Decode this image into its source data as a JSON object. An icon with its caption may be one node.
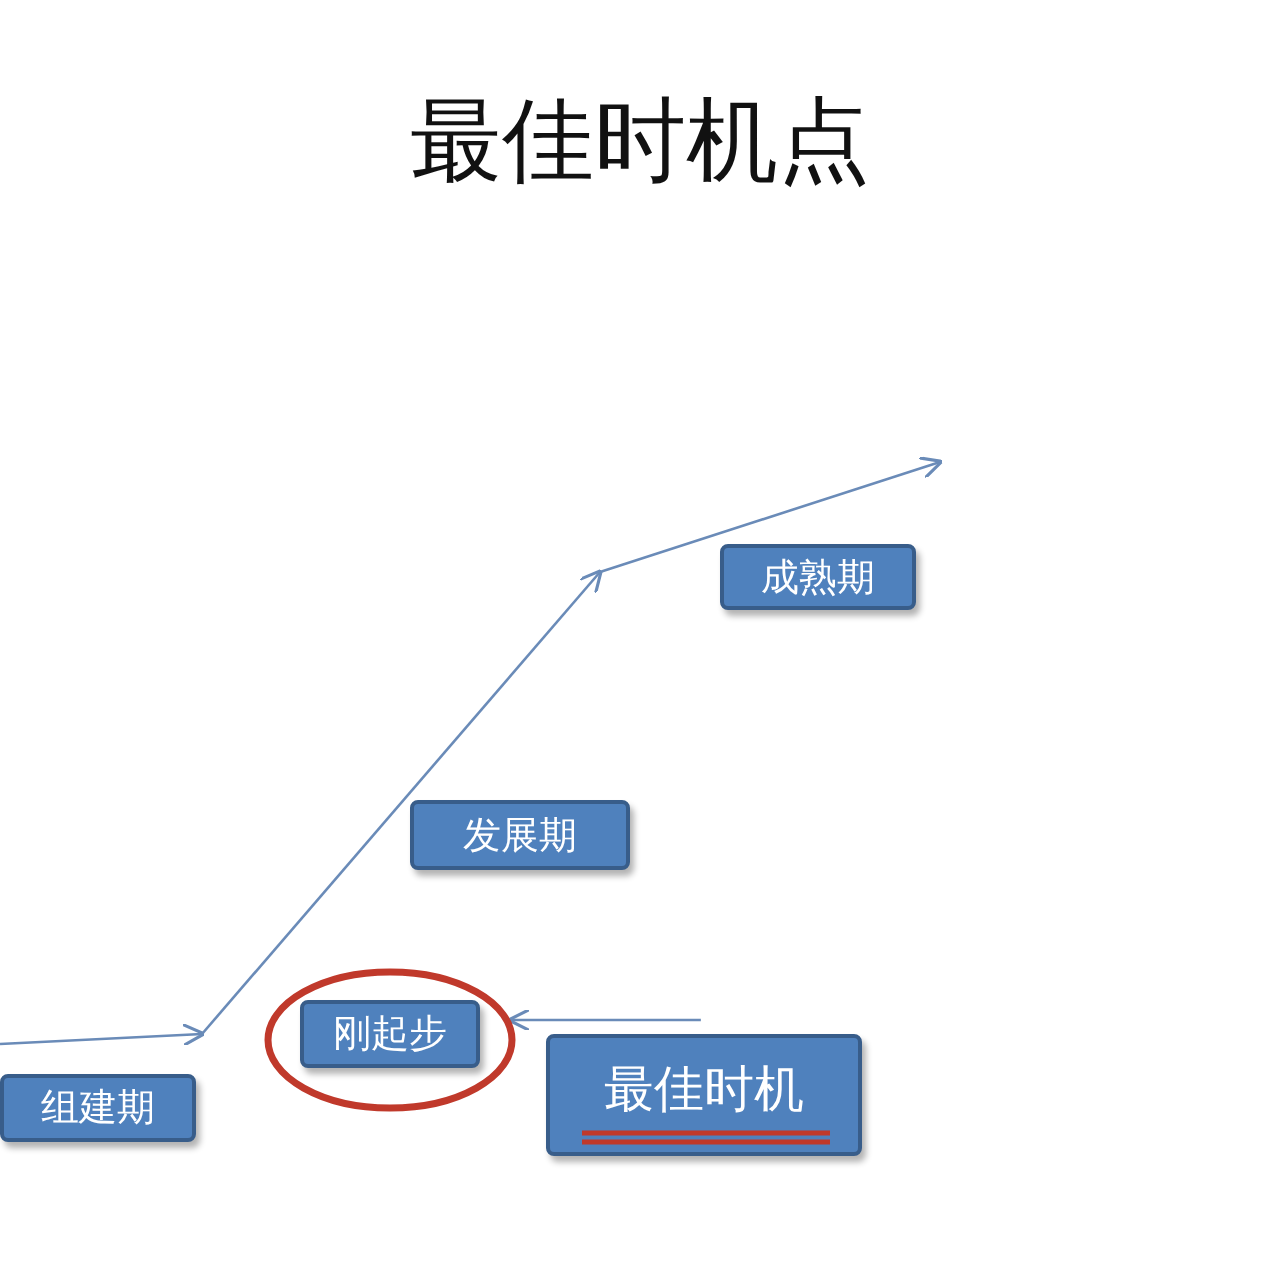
{
  "diagram": {
    "title": "最佳时机点",
    "nodes": [
      {
        "text": [
          "组建期"
        ]
      },
      {
        "text": [],
        "shape": "circle"
      },
      {
        "text": [
          "刚起步"
        ],
        "in": 1
      },
      {
        "text": [
          "发展期"
        ]
      },
      {
        "text": [
          "成熟期"
        ]
      },
      {
        "text": [
          "最佳时机"
        ]
      }
    ],
    "edges": [
      {
        "from": 5,
        "to": 1,
        "arrow": "to"
      }
    ]
  }
}
